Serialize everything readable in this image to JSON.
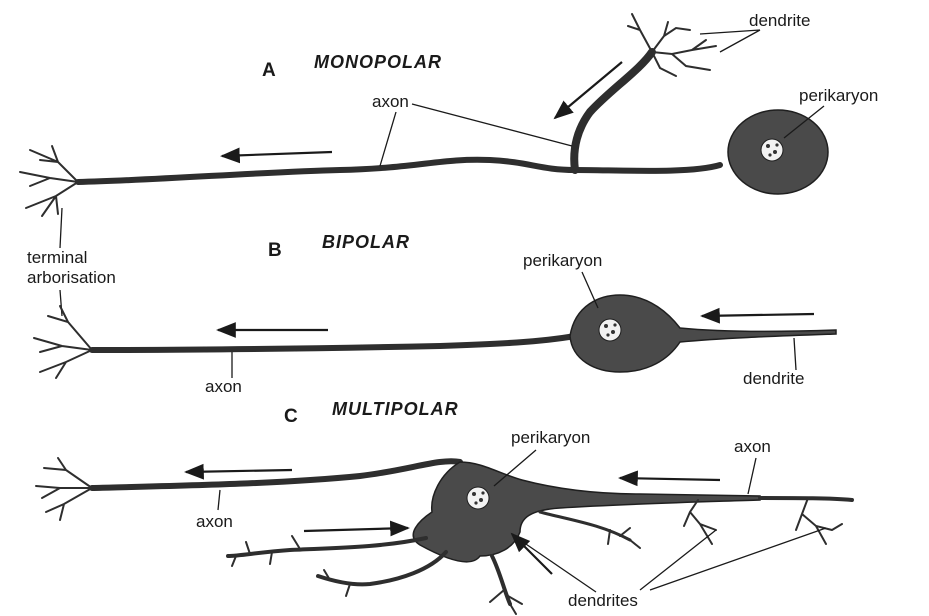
{
  "colors": {
    "ink": "#2e2e2e",
    "soma_fill": "#4a4a4a",
    "background": "#ffffff"
  },
  "panel_a": {
    "letter": "A",
    "title": "MONOPOLAR",
    "labels": {
      "dendrite": "dendrite",
      "axon": "axon",
      "perikaryon": "perikaryon"
    }
  },
  "panel_b": {
    "letter": "B",
    "title": "BIPOLAR",
    "labels": {
      "terminal": "terminal",
      "arborisation": "arborisation",
      "perikaryon": "perikaryon",
      "axon": "axon",
      "dendrite": "dendrite"
    }
  },
  "panel_c": {
    "letter": "C",
    "title": "MULTIPOLAR",
    "labels": {
      "perikaryon": "perikaryon",
      "axon_right": "axon",
      "axon_left": "axon",
      "dendrites": "dendrites"
    }
  }
}
